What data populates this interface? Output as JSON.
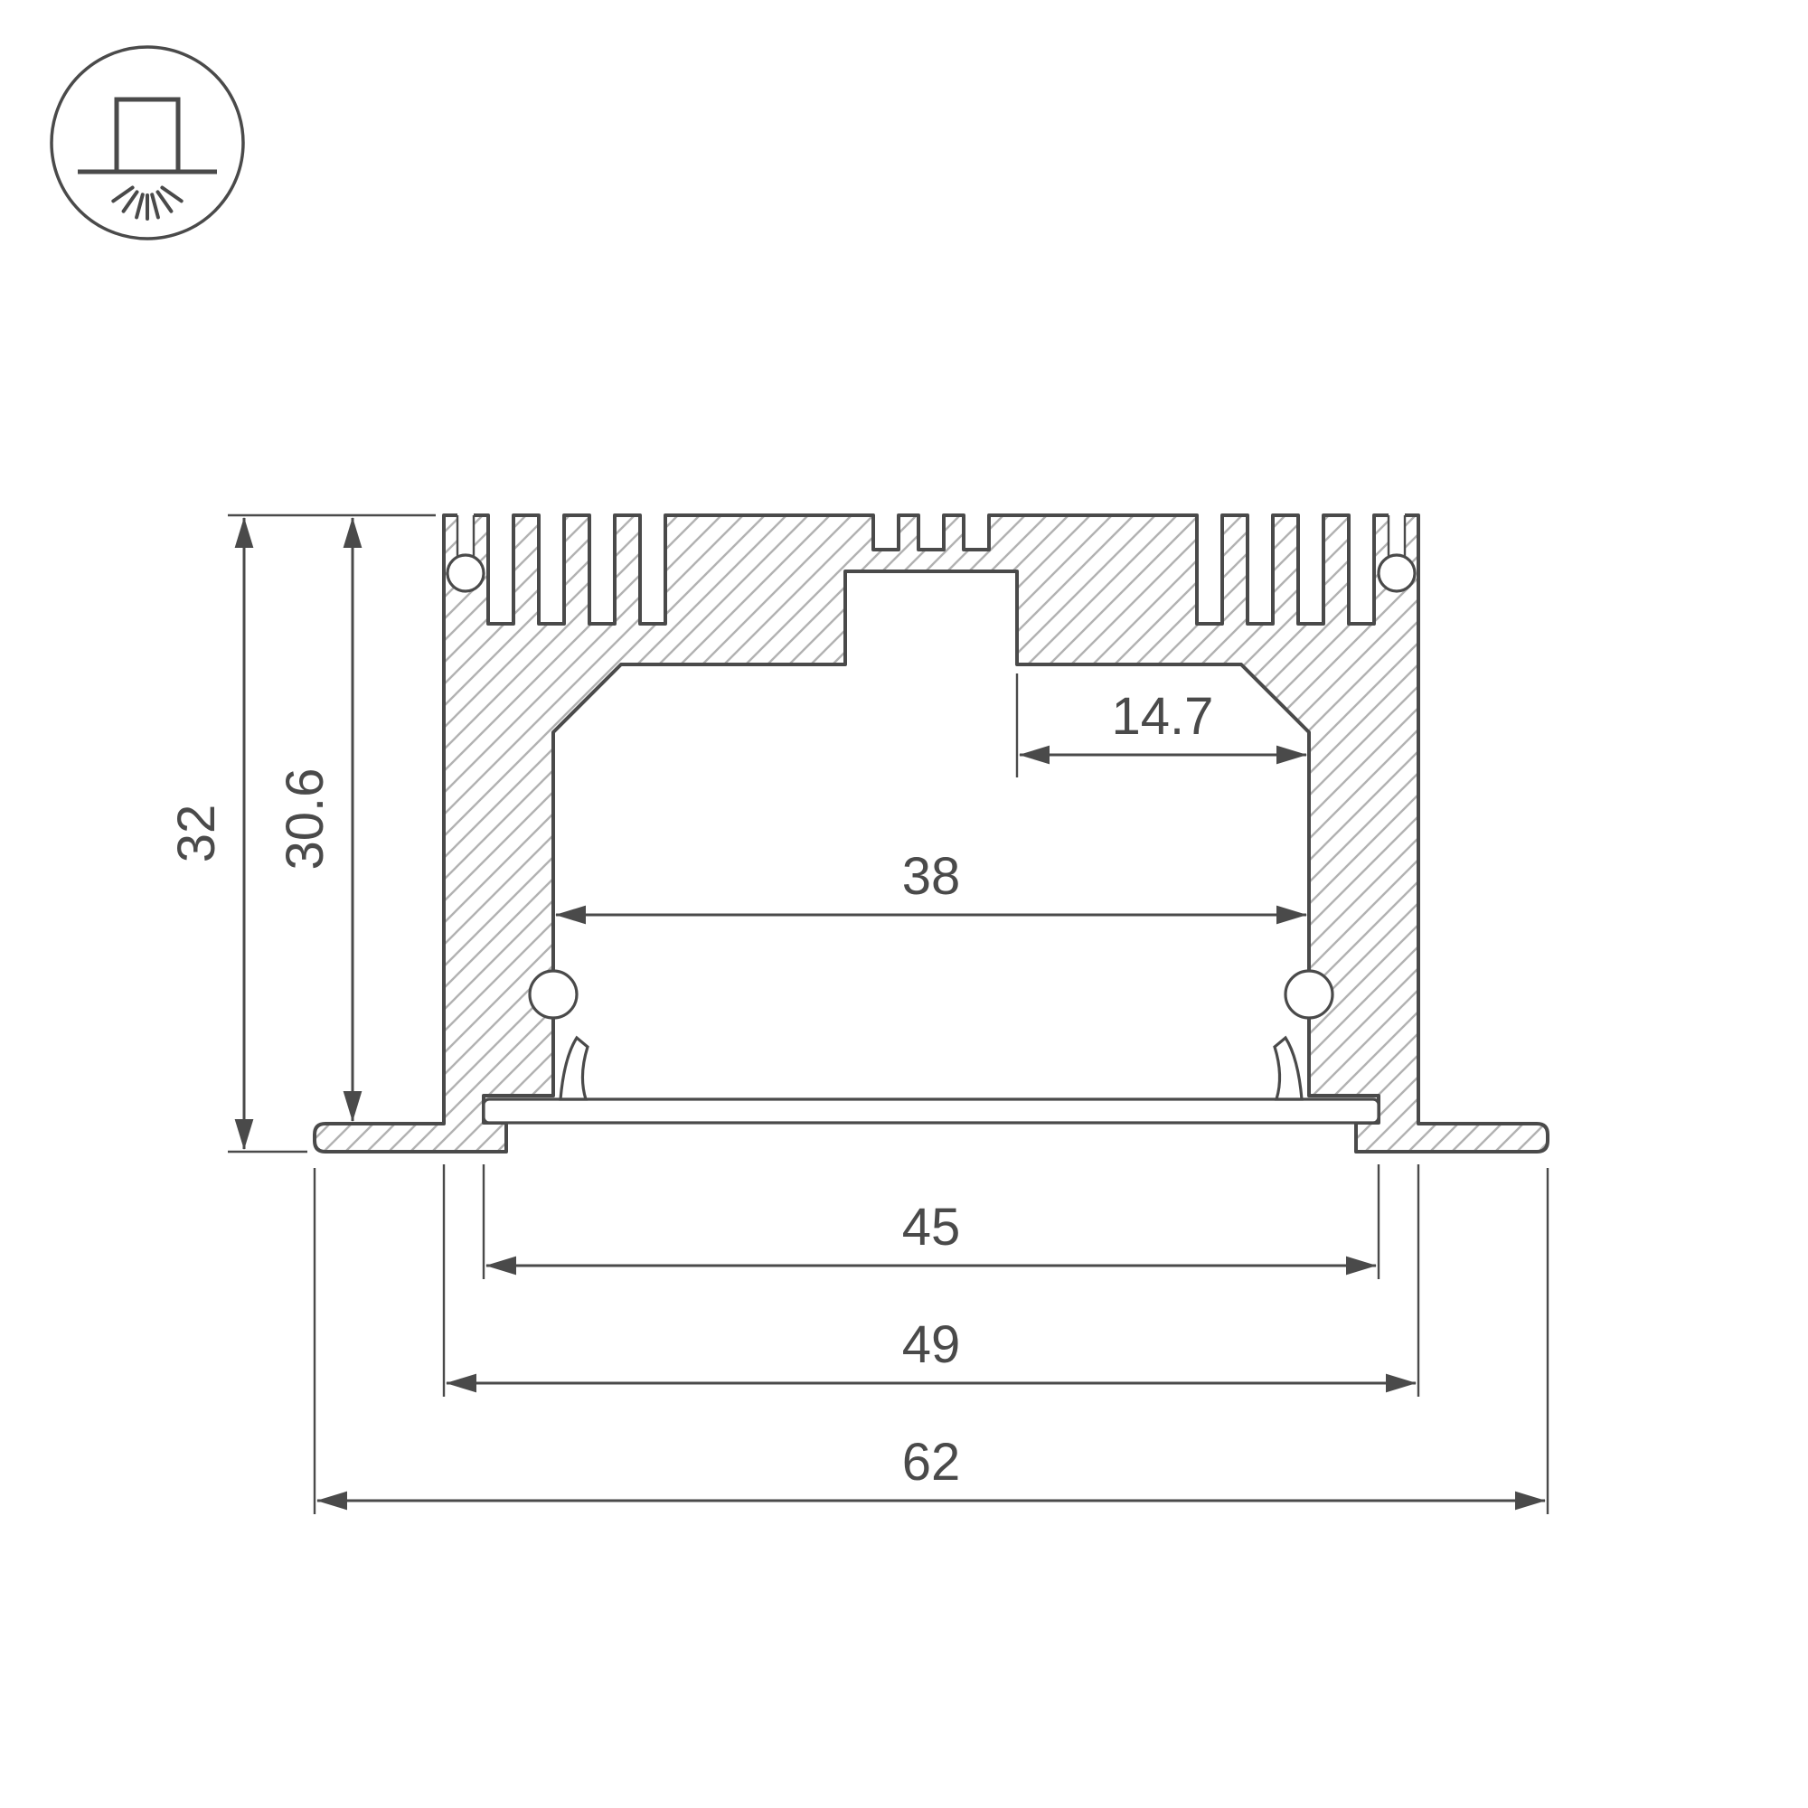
{
  "dims": {
    "h32": "32",
    "h306": "30.6",
    "w147": "14.7",
    "w38": "38",
    "w45": "45",
    "w49": "49",
    "w62": "62"
  },
  "icons": {
    "mount_type": "recessed-downlight-icon"
  },
  "colors": {
    "line": "#4a4a4a",
    "hatch": "#b2b2b2",
    "background": "#ffffff"
  }
}
